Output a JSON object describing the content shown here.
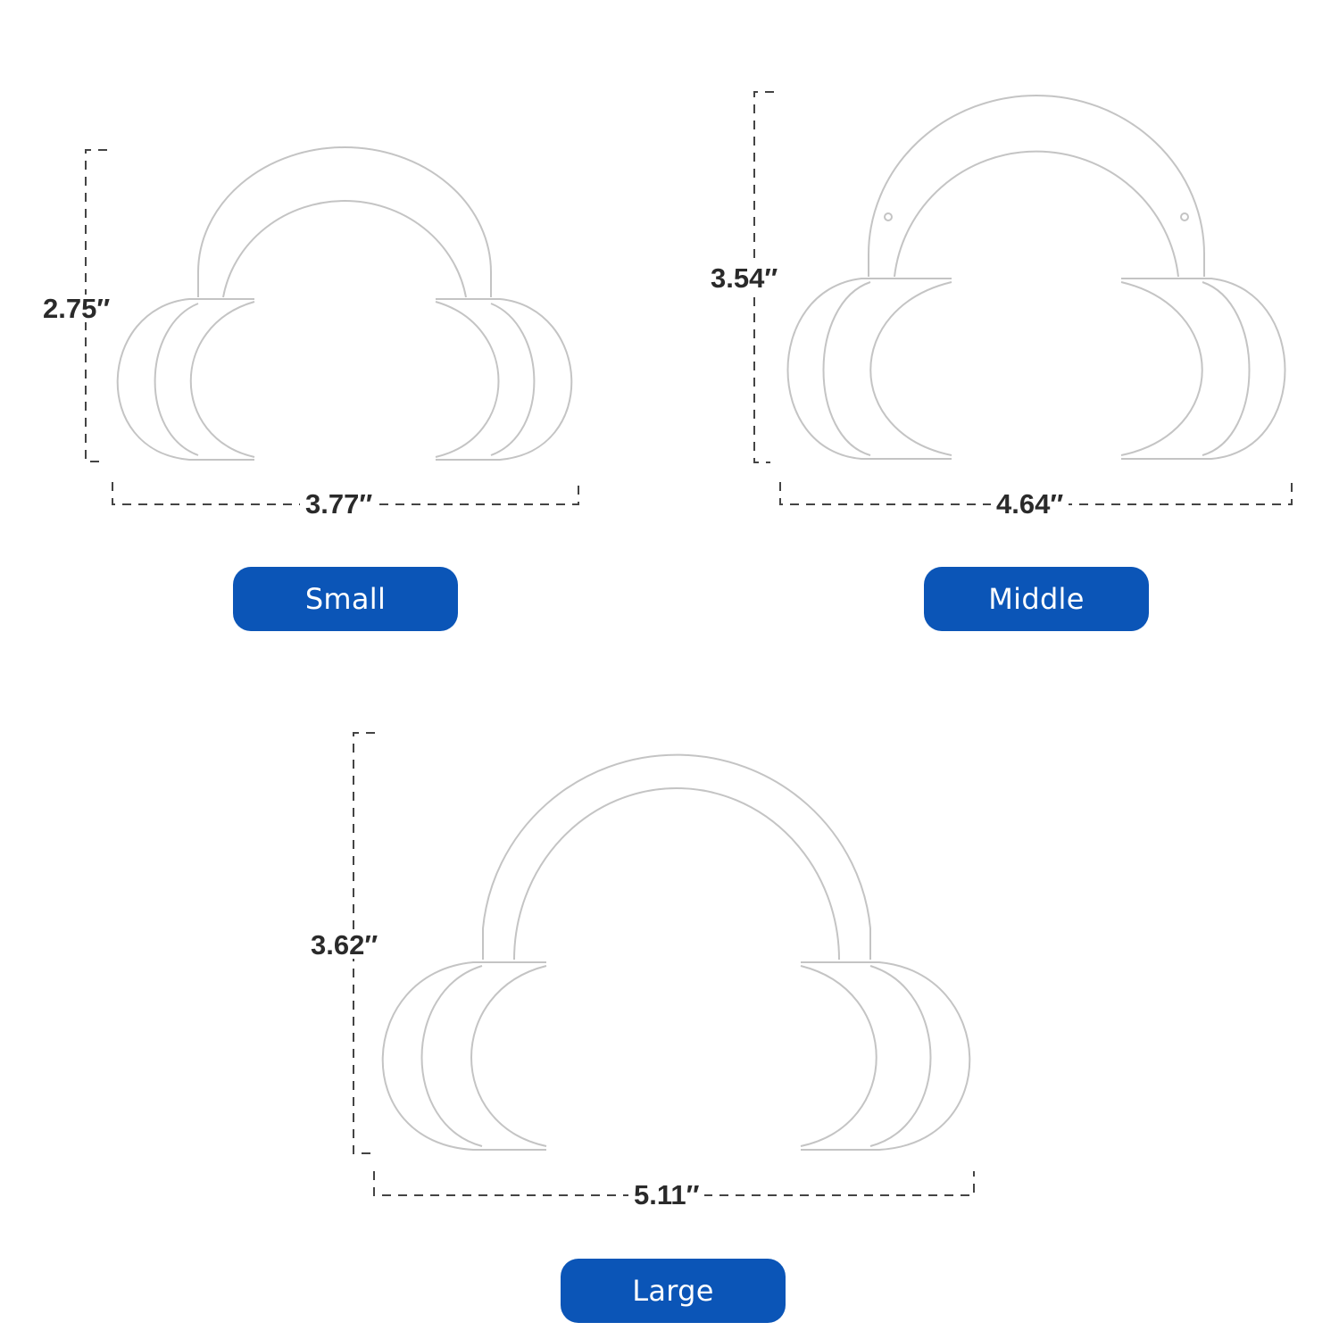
{
  "products": [
    {
      "size_label": "Small",
      "height": "2.75″",
      "width": "3.77″"
    },
    {
      "size_label": "Middle",
      "height": "3.54″",
      "width": "4.64″"
    },
    {
      "size_label": "Large",
      "height": "3.62″",
      "width": "5.11″"
    }
  ],
  "colors": {
    "pill": "#0b55b7",
    "dimension_line": "#444444",
    "retractor_outline": "#bfbfbf"
  }
}
